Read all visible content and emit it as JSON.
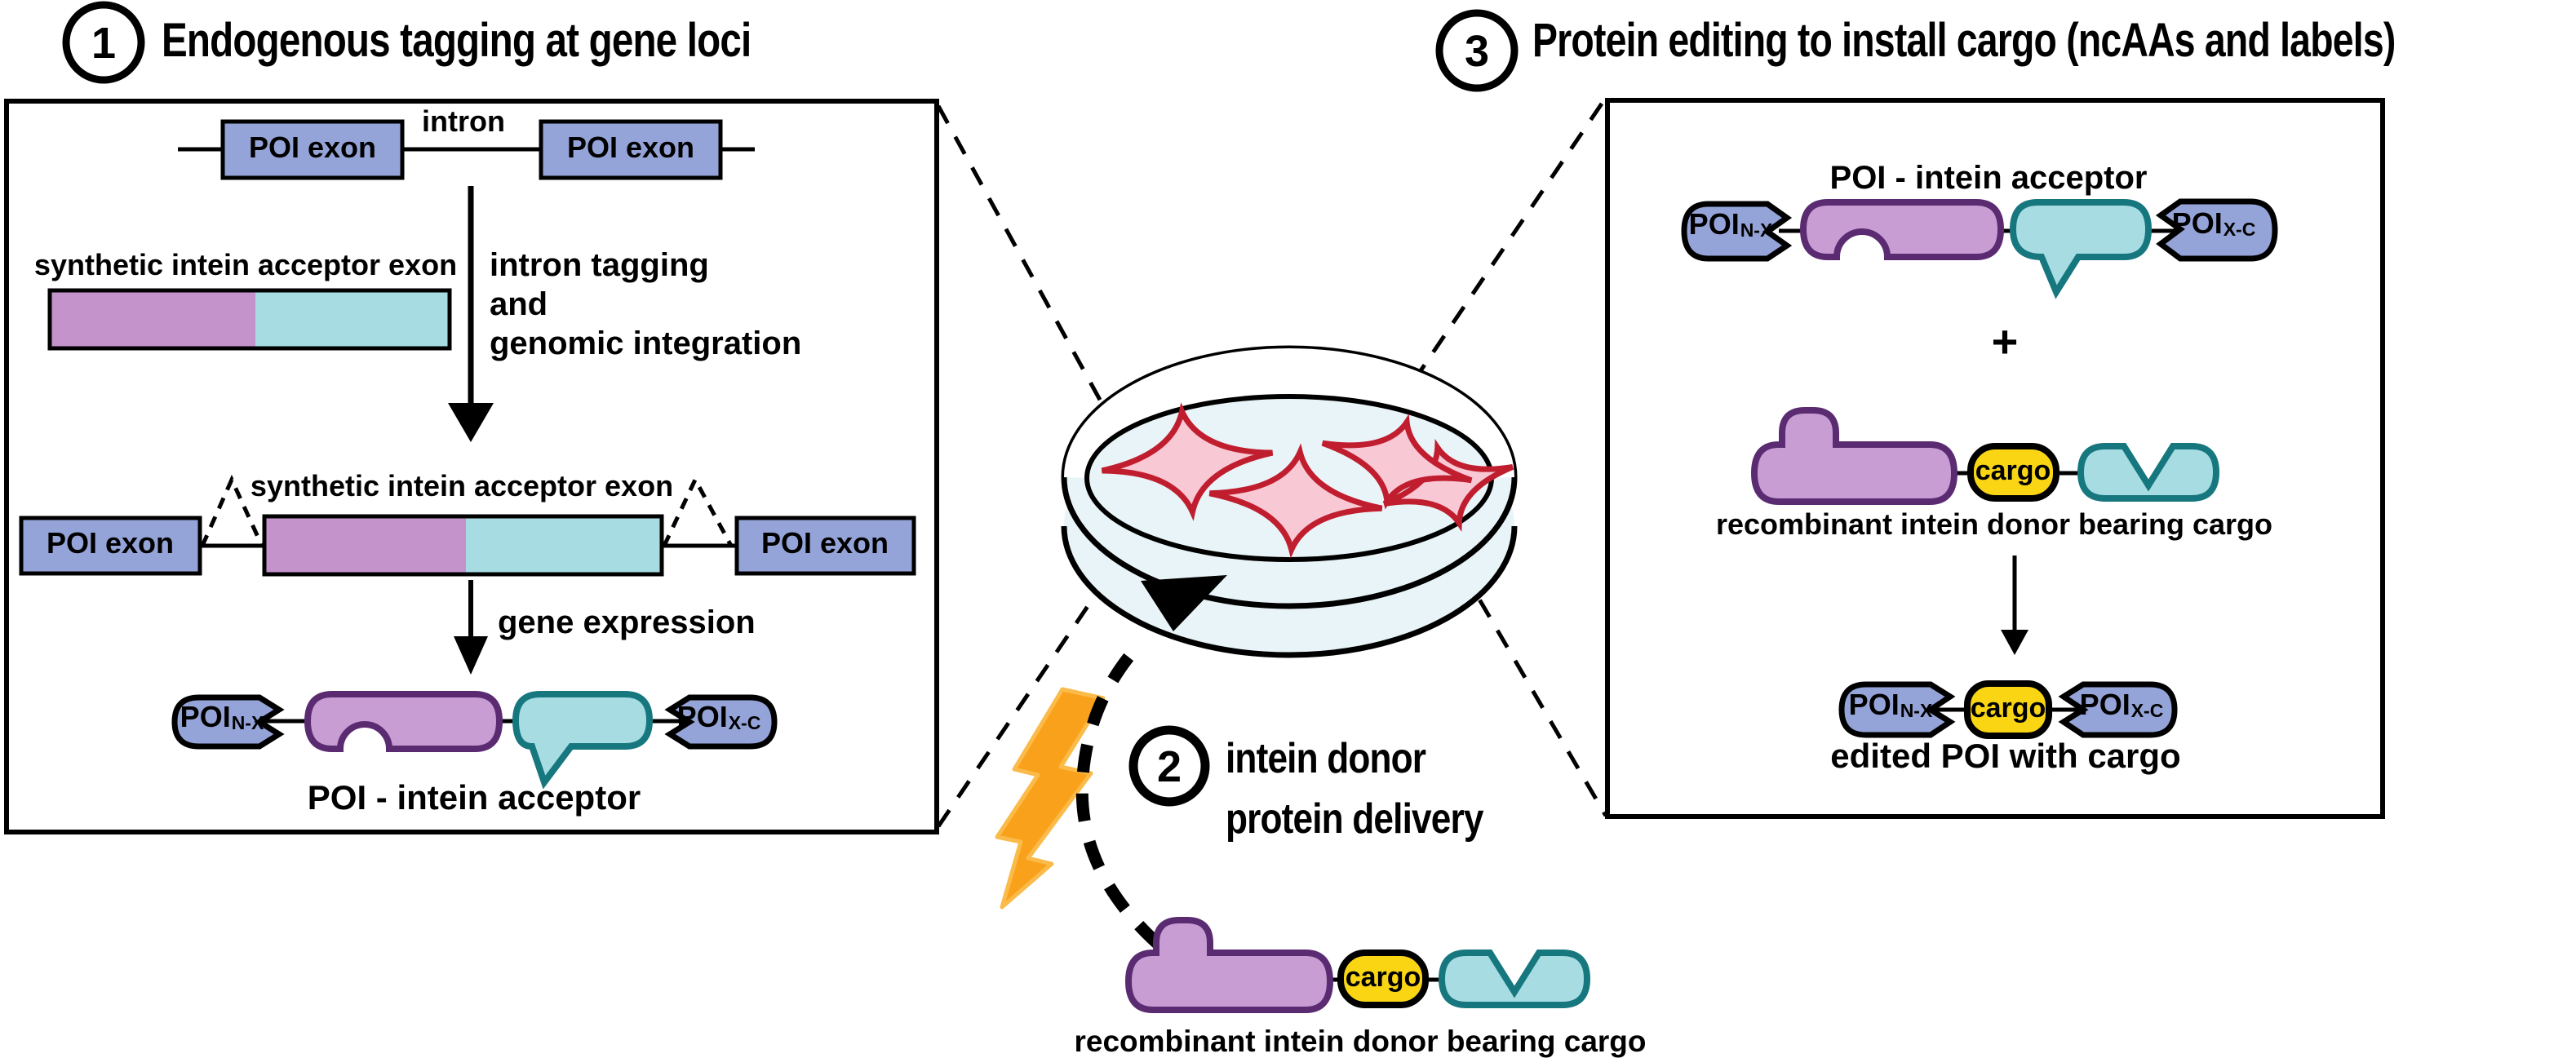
{
  "colors": {
    "blue": "#95A4D8",
    "purple_exon": "#C493CB",
    "purple_protein": "#C79DD4",
    "purple_stroke": "#5B2B72",
    "teal": "#A6DCE2",
    "teal_stroke": "#17777F",
    "yellow": "#F9D514",
    "pink_cell": "#F9C8D5",
    "pink_stroke": "#C01E2F",
    "orange_bolt": "#F9A11B",
    "orange_bolt_edge": "#FBBB4A",
    "media_blue": "#E9F4F8",
    "line_black": "#000000"
  },
  "step1": {
    "number": "1",
    "title": "Endogenous tagging at gene loci"
  },
  "step2": {
    "number": "2",
    "line1": "intein donor",
    "line2": "protein delivery"
  },
  "step3": {
    "number": "3",
    "title": "Protein editing to install cargo (ncAAs and labels)"
  },
  "panel1": {
    "exon_label": "POI exon",
    "intron_label": "intron",
    "arrow1_lines": [
      "intron tagging",
      "and",
      "genomic integration"
    ],
    "synthetic_exon_label": "synthetic intein acceptor exon",
    "gene_expression_label": "gene expression",
    "poi": "POI",
    "sub_nx": "N-X",
    "sub_xc": "X-C",
    "acceptor_caption": "POI - intein acceptor"
  },
  "center": {
    "cargo_label": "cargo",
    "donor_caption": "recombinant intein donor bearing cargo"
  },
  "panel3": {
    "acceptor_caption": "POI - intein acceptor",
    "plus": "+",
    "cargo_label": "cargo",
    "donor_caption": "recombinant intein donor bearing cargo",
    "edited_caption": "edited POI with cargo",
    "poi": "POI",
    "sub_nx": "N-X",
    "sub_xc": "X-C"
  }
}
